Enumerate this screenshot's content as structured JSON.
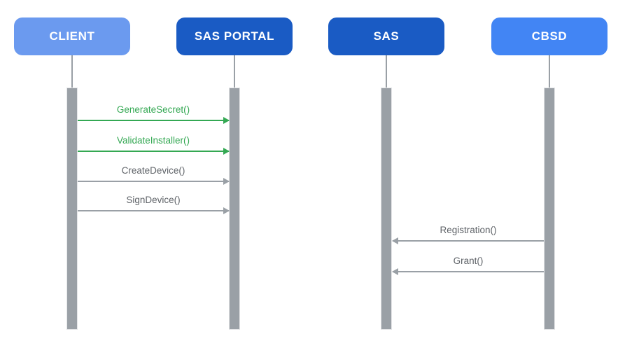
{
  "diagram": {
    "type": "sequence-diagram",
    "actors": [
      {
        "id": "client",
        "label": "CLIENT",
        "color": "#6B9AEF",
        "text_color": "#FFFFFF"
      },
      {
        "id": "sas-portal",
        "label": "SAS PORTAL",
        "color": "#1A5BC4",
        "text_color": "#FFFFFF"
      },
      {
        "id": "sas",
        "label": "SAS",
        "color": "#1A5BC4",
        "text_color": "#FFFFFF"
      },
      {
        "id": "cbsd",
        "label": "CBSD",
        "color": "#4285F4",
        "text_color": "#FFFFFF"
      }
    ],
    "messages": [
      {
        "label": "GenerateSecret()",
        "from": "client",
        "to": "sas-portal",
        "direction": "right",
        "text_color": "#34A853",
        "line_color": "#34A853"
      },
      {
        "label": "ValidateInstaller()",
        "from": "client",
        "to": "sas-portal",
        "direction": "right",
        "text_color": "#34A853",
        "line_color": "#34A853"
      },
      {
        "label": "CreateDevice()",
        "from": "client",
        "to": "sas-portal",
        "direction": "right",
        "text_color": "#5F6368",
        "line_color": "#9AA0A6"
      },
      {
        "label": "SignDevice()",
        "from": "client",
        "to": "sas-portal",
        "direction": "right",
        "text_color": "#5F6368",
        "line_color": "#9AA0A6"
      },
      {
        "label": "Registration()",
        "from": "cbsd",
        "to": "sas",
        "direction": "left",
        "text_color": "#5F6368",
        "line_color": "#9AA0A6"
      },
      {
        "label": "Grant()",
        "from": "cbsd",
        "to": "sas",
        "direction": "left",
        "text_color": "#5F6368",
        "line_color": "#9AA0A6"
      }
    ],
    "colors": {
      "lifeline": "#9AA0A6",
      "activation_bar": "#9AA0A6",
      "background": "#FFFFFF"
    }
  }
}
